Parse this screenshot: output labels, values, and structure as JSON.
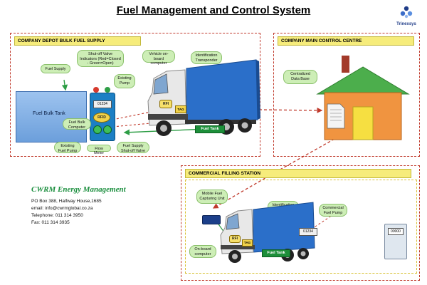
{
  "title": "Fuel Management and Control System",
  "logo": {
    "name": "Trinexsys",
    "icon": "trinexsys-logo-icon"
  },
  "zones": {
    "depot": {
      "label": "COMPANY DEPOT BULK FUEL SUPPLY"
    },
    "control": {
      "label": "COMPANY MAIN CONTROL CENTRE"
    },
    "filling": {
      "label": "COMMERCIAL FILLING STATION"
    }
  },
  "depot": {
    "fuel_supply": "Fuel Supply",
    "shutoff_indicators": "Shut-off Valve Indicators (Red=Closed - Green=Open)",
    "existing_pump_top": "Existing Pump",
    "vehicle_computer": "Vehicle on-board computer",
    "id_transponder": "Identification Transponder",
    "fuel_bulk_tank": "Fuel Bulk Tank",
    "fuel_bulk_computer": "Fuel Bulk Computer",
    "existing_fuel_pump": "Existing Fuel Pump",
    "flow_meter": "Flow Meter",
    "fuel_supply_shutoff": "Fuel Supply Shut-off Valve",
    "display_reading": "01234",
    "rfid": "RFID",
    "fuel_tank": "Fuel Tank",
    "rfi": "RFI",
    "tag": "TAG"
  },
  "control": {
    "database": "Centralized Data Base"
  },
  "filling": {
    "mobile_unit": "Mobile Fuel Capturing Unit",
    "id_transponder": "Identification Transponder",
    "commercial_pump": "Commercial Fuel Pump",
    "onboard_computer": "On-board computer",
    "display_reading": "01234",
    "pump_reading": "00000",
    "fuel_tank": "Fuel Tank",
    "rfi": "RFI",
    "tag": "TAG"
  },
  "contact": {
    "company": "CWRM Energy Management",
    "address": "PO Box 388, Halfway House,1685",
    "email": "email: info@cwrmglobal.co.za",
    "phone": "Telephone: 011 314 3950",
    "fax": "Fax: 011 314 3935"
  },
  "colors": {
    "zone_border": "#c0392b",
    "zone_title_bg": "#f6ec7b",
    "callout_bg": "#cdeeb6",
    "brand_green": "#1c8f3f",
    "truck_blue": "#2b6fc9"
  }
}
